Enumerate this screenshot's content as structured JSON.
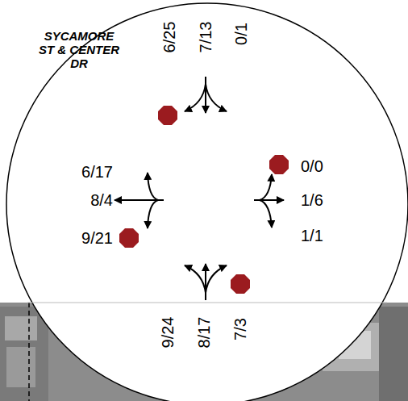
{
  "diagram": {
    "title": "SYCAMORE ST & CENTER DR",
    "labels": [
      "6/25",
      "7/13",
      "0/1",
      "6/17",
      "8/4",
      "9/21",
      "0/0",
      "1/6",
      "1/1",
      "9/24",
      "8/17",
      "7/3"
    ]
  }
}
